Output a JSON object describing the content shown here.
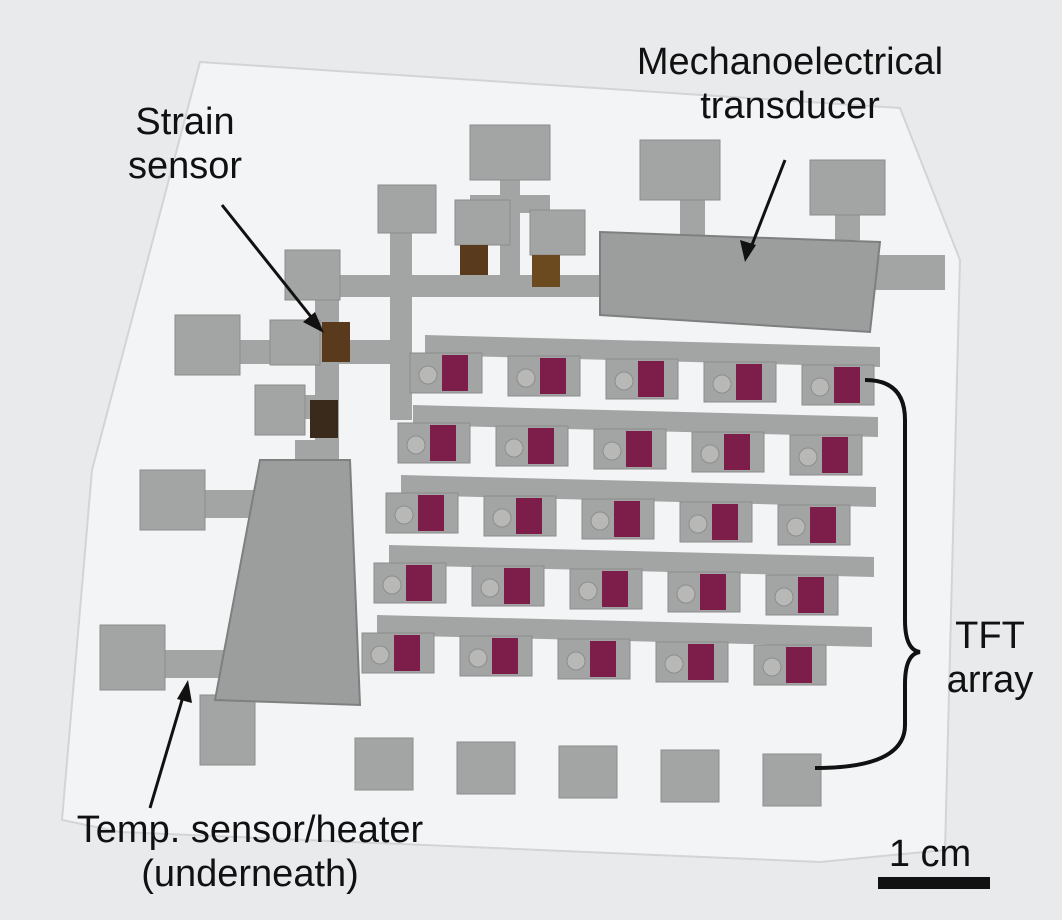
{
  "labels": {
    "strain_sensor": [
      "Strain",
      "sensor"
    ],
    "mechanoelectrical_transducer": [
      "Mechanoelectrical",
      "transducer"
    ],
    "tft_array": [
      "TFT",
      "array"
    ],
    "temp_sensor": [
      "Temp. sensor/heater",
      "(underneath)"
    ],
    "scale_bar": "1 cm"
  },
  "colors": {
    "background": "#e9eaec",
    "film": "#f3f4f6",
    "metal": "#a3a4a4",
    "metal_dark": "#8c8d8d",
    "semiconductor": "#7c1d4a",
    "strain_element": "#5a3a1c",
    "text": "#111111"
  },
  "tft_array": {
    "rows": 5,
    "columns": 5
  }
}
